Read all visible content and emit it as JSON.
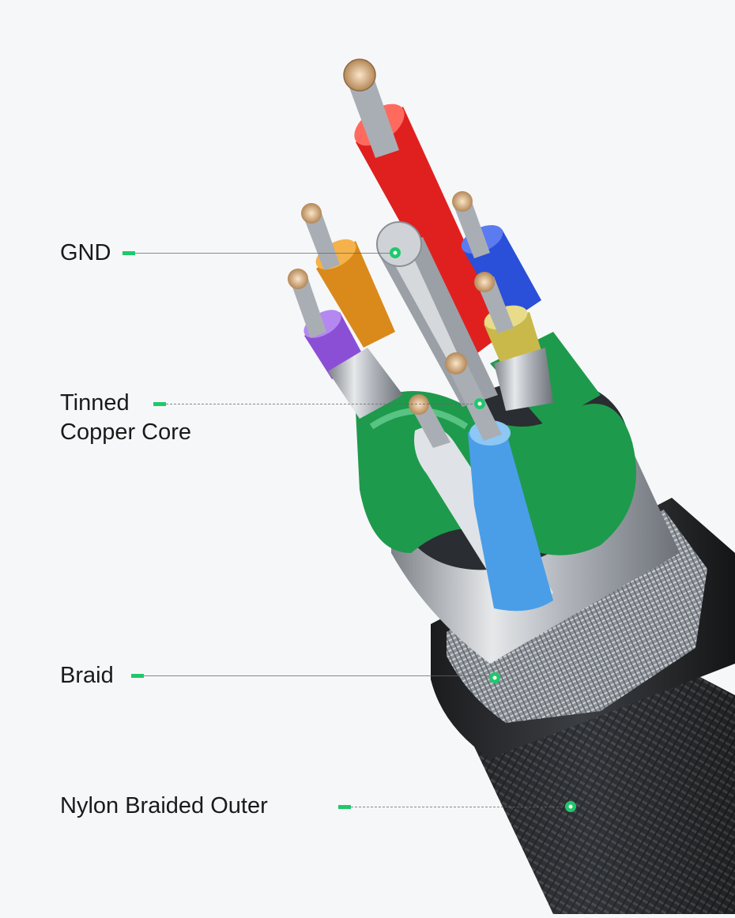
{
  "callouts": [
    {
      "id": "gnd",
      "lines": [
        "GND"
      ]
    },
    {
      "id": "core",
      "lines": [
        "Tinned",
        "Copper Core"
      ]
    },
    {
      "id": "braid",
      "lines": [
        "Braid"
      ]
    },
    {
      "id": "outer",
      "lines": [
        "Nylon Braided Outer"
      ]
    }
  ],
  "colors": {
    "accent": "#1fc86b",
    "wire_red": "#e0201f",
    "wire_blue": "#2a4fd8",
    "wire_orange": "#d98a1a",
    "wire_purple": "#8b4fd6",
    "wire_yellow": "#c9b94a",
    "wire_green": "#1e9a4c",
    "wire_lightblue": "#4a9ee8",
    "wire_white": "#d9dde2",
    "shield_silver": "#b7bcc2",
    "outer_black": "#2b2d30"
  }
}
